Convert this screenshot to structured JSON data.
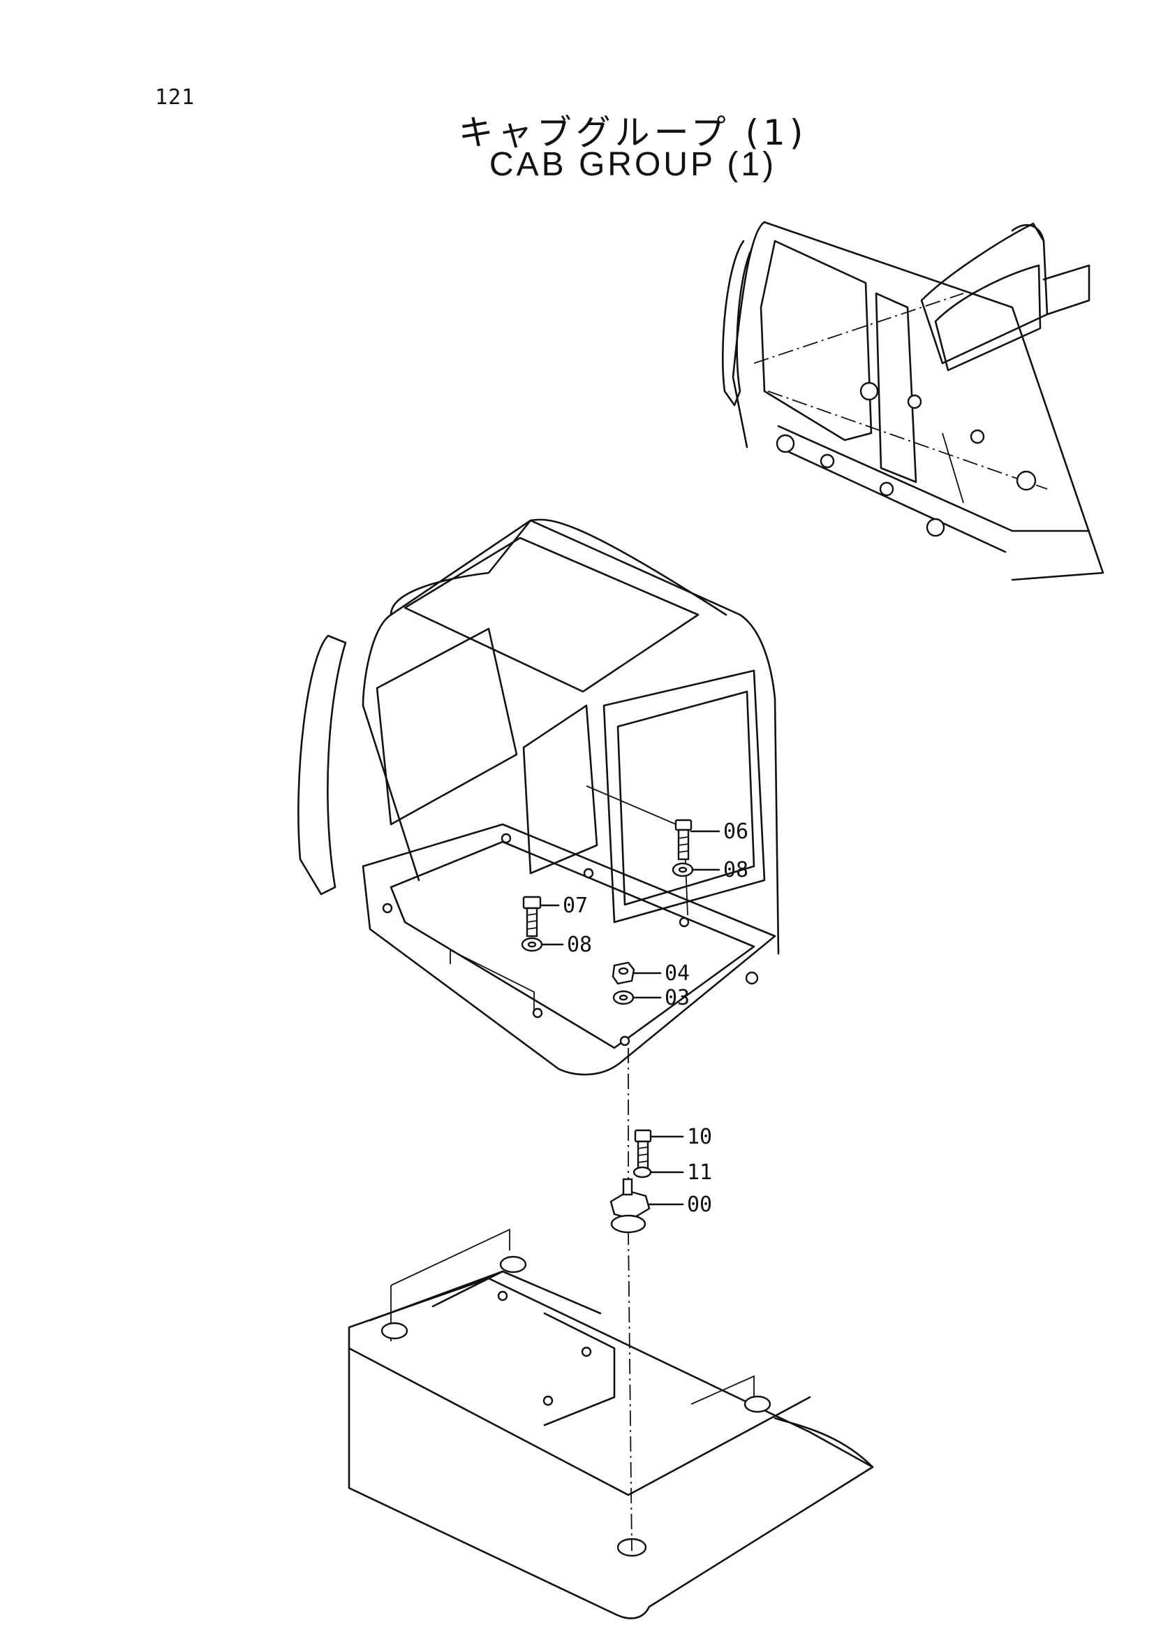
{
  "page": {
    "number": "121"
  },
  "title": {
    "jp": "キャブグループ (1)",
    "en": "CAB GROUP (1)"
  },
  "callouts": [
    {
      "id": "06",
      "label": "06"
    },
    {
      "id": "08a",
      "label": "08"
    },
    {
      "id": "07",
      "label": "07"
    },
    {
      "id": "08b",
      "label": "08"
    },
    {
      "id": "04",
      "label": "04"
    },
    {
      "id": "03",
      "label": "03"
    },
    {
      "id": "10",
      "label": "10"
    },
    {
      "id": "11",
      "label": "11"
    },
    {
      "id": "00",
      "label": "00"
    }
  ]
}
